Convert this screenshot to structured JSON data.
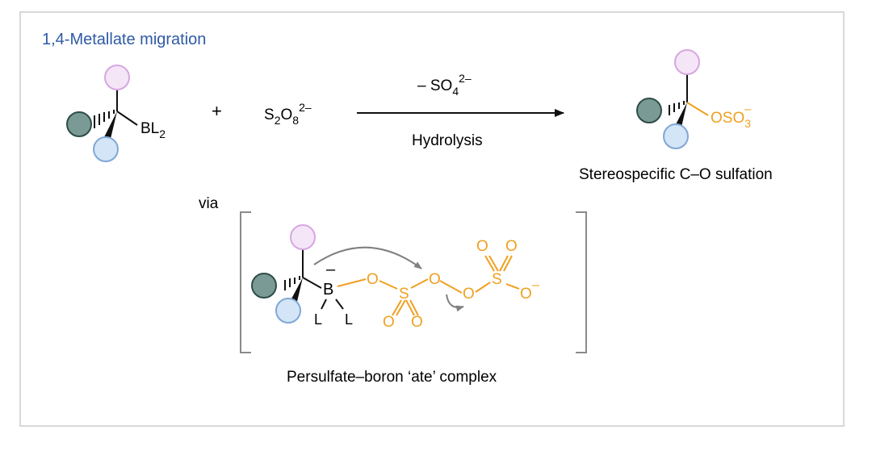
{
  "panel_title": "1,4-Metallate migration",
  "colors": {
    "title_blue": "#2e5aa6",
    "sulfate_orange": "#f0a020",
    "substituent_purple_fill": "#f4e6f7",
    "substituent_purple_stroke": "#d7a6e2",
    "substituent_blue_fill": "#d4e5f7",
    "substituent_blue_stroke": "#7fa7d8",
    "substituent_green_fill": "#7a9a96",
    "substituent_green_stroke": "#2e4c48",
    "curved_arrow_gray": "#808080"
  },
  "reactant": {
    "boron_group": "BL",
    "boron_subscript": "2"
  },
  "plus_sign": "+",
  "oxidant": {
    "s": "S",
    "s_sub": "2",
    "o": "O",
    "o_sub": "8",
    "charge": "2–"
  },
  "arrow": {
    "above_prefix": "– SO",
    "above_sub": "4",
    "above_charge": "2–",
    "below": "Hydrolysis"
  },
  "product": {
    "group": "OSO",
    "group_sub": "3",
    "group_charge": "–",
    "caption": "Stereospecific C–O sulfation"
  },
  "via_label": "via",
  "intermediate": {
    "boron": "B",
    "boron_charge": "–",
    "ligand_left": "L",
    "ligand_right": "L",
    "oxygen": "O",
    "sulfur": "S",
    "terminal_charge": "–",
    "caption": "Persulfate–boron ‘ate’ complex"
  }
}
